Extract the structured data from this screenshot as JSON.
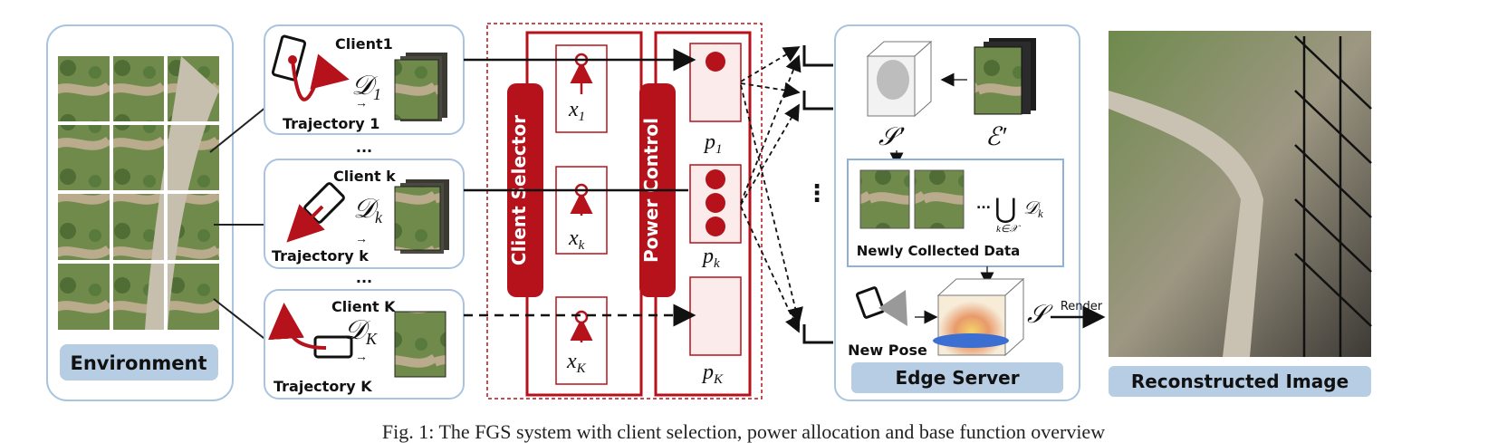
{
  "environment": {
    "label": "Environment"
  },
  "clients": [
    {
      "name": "Client1",
      "data": "𝒟",
      "sub": "1",
      "trajectory": "Trajectory 1"
    },
    {
      "name": "Client k",
      "data": "𝒟",
      "sub": "k",
      "trajectory": "Trajectory k"
    },
    {
      "name": "Client K",
      "data": "𝒟",
      "sub": "K",
      "trajectory": "Trajectory K"
    }
  ],
  "ellipsis": "...",
  "selector": {
    "label": "Client Selector",
    "vars": [
      {
        "base": "x",
        "sub": "1"
      },
      {
        "base": "x",
        "sub": "k"
      },
      {
        "base": "x",
        "sub": "K"
      }
    ]
  },
  "power": {
    "label": "Power Control",
    "vars": [
      {
        "base": "p",
        "sub": "1"
      },
      {
        "base": "p",
        "sub": "k"
      },
      {
        "base": "p",
        "sub": "K"
      }
    ]
  },
  "edge": {
    "label": "Edge Server",
    "s_prime": "𝒮′",
    "e_prime": "ℰ′",
    "union_dots": "...",
    "union_symbol": "⋃",
    "union_sub": "k∈𝒳",
    "union_data": "𝒟",
    "union_data_sub": "k",
    "newly_collected": "Newly Collected Data",
    "s": "𝒮",
    "new_pose": "New Pose",
    "vdots": "⋮"
  },
  "render_label": "Render",
  "reconstructed": {
    "label": "Reconstructed Image"
  },
  "caption": "Fig. 1: The FGS system with client selection, power allocation and base function overview",
  "colors": {
    "red": "#b5121b",
    "panel_border": "#a9c4e0",
    "label_bg": "#b7cde4"
  }
}
